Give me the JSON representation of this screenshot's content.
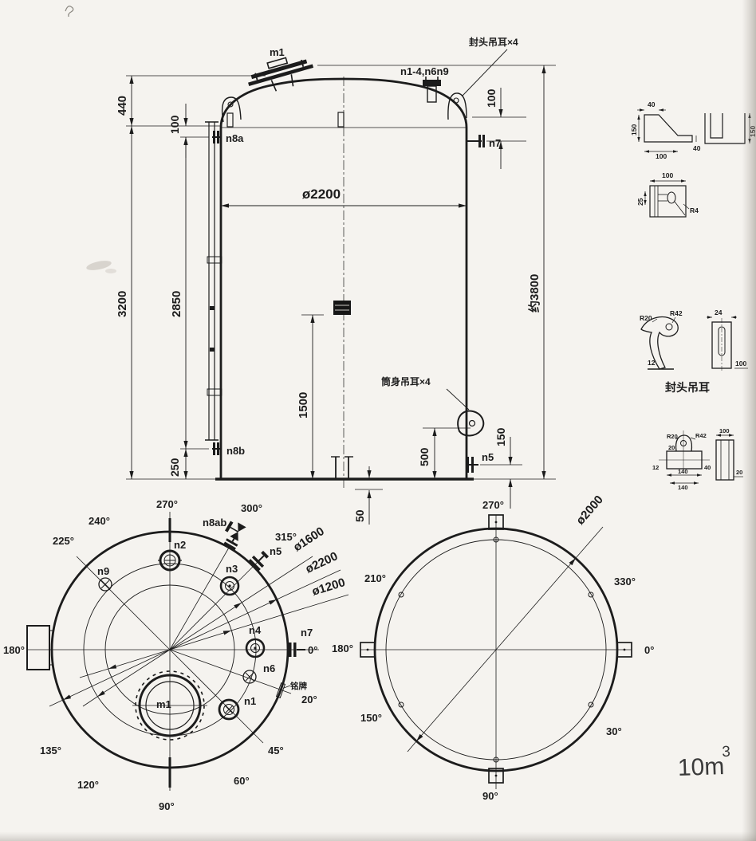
{
  "front": {
    "m1_label": "m1",
    "top_nozzles_label": "n1-4,n6n9",
    "head_lug_label": "封头吊耳×4",
    "shell_lug_label": "筒身吊耳×4",
    "n8a": "n8a",
    "n7": "n7",
    "n8b": "n8b",
    "n5": "n5",
    "dims": {
      "h440": "440",
      "h100_left": "100",
      "h3200": "3200",
      "h2850": "2850",
      "h250": "250",
      "dia_shell": "ø2200",
      "h1500": "1500",
      "h500": "500",
      "h150": "150",
      "h50": "50",
      "h100_right": "100",
      "total_height": "约3800"
    }
  },
  "plan_left": {
    "angles": {
      "a0": "0°",
      "a20": "20°",
      "a45": "45°",
      "a60": "60°",
      "a90": "90°",
      "a120": "120°",
      "a135": "135°",
      "a180": "180°",
      "a225": "225°",
      "a240": "240°",
      "a270": "270°",
      "a300": "300°",
      "a315": "315°"
    },
    "nozzles": {
      "m1": "m1",
      "n1": "n1",
      "n2": "n2",
      "n3": "n3",
      "n4": "n4",
      "n5": "n5",
      "n6": "n6",
      "n7": "n7",
      "n9": "n9",
      "n8ab": "n8ab"
    },
    "nameplate_label": "铭牌",
    "diameters": {
      "d1600": "ø1600",
      "d2200": "ø2200",
      "d1200": "ø1200"
    }
  },
  "plan_right": {
    "angles": {
      "a0": "0°",
      "a30": "30°",
      "a90": "90°",
      "a150": "150°",
      "a180": "180°",
      "a210": "210°",
      "a270": "270°",
      "a330": "330°"
    },
    "diameter": "ø2000"
  },
  "details": {
    "bracket": {
      "w40_top": "40",
      "h150_side": "150",
      "w100_bottom": "100",
      "h40_right": "40",
      "h150_channel": "150",
      "w100_top": "100",
      "h25_side": "25",
      "r4": "R4"
    },
    "head_lug": {
      "r20": "R20",
      "r42": "R42",
      "w12": "12",
      "w24": "24",
      "h100": "100",
      "caption": "封头吊耳"
    },
    "shell_lug": {
      "r20": "R20",
      "r42": "R42",
      "w20": "20",
      "w12": "12",
      "w140_a": "140",
      "w140_b": "140",
      "w40": "40",
      "h100": "100",
      "h20": "20"
    }
  },
  "capacity": {
    "value": "10m",
    "exponent": "3"
  }
}
